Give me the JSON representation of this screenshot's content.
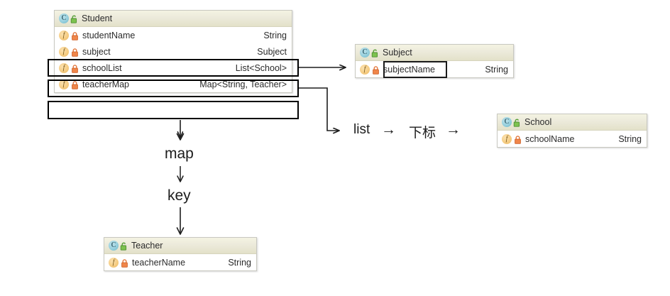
{
  "diagram": {
    "title": "Java object nested access diagram",
    "background_color": "#ffffff",
    "accent_header_color": "#e8e6d2",
    "highlight_color": "#000000"
  },
  "icons": {
    "class_icon": "class-circle-c-icon",
    "field_icon": "field-circle-f-icon",
    "unlock_icon": "green-unlock-icon",
    "lock_icon": "orange-lock-icon"
  },
  "classes": [
    {
      "key": "student",
      "name": "Student",
      "class_marker": "C",
      "visibility_icon": "unlock",
      "members": [
        {
          "icon": "f",
          "lock": "lock",
          "name": "studentName",
          "type": "String",
          "highlighted": false
        },
        {
          "icon": "f",
          "lock": "lock",
          "name": "subject",
          "type": "Subject",
          "highlighted": true
        },
        {
          "icon": "f",
          "lock": "lock",
          "name": "schoolList",
          "type": "List<School>",
          "highlighted": true
        },
        {
          "icon": "f",
          "lock": "lock",
          "name": "teacherMap",
          "type": "Map<String, Teacher>",
          "highlighted": true
        }
      ]
    },
    {
      "key": "subject",
      "name": "Subject",
      "class_marker": "C",
      "visibility_icon": "unlock",
      "members": [
        {
          "icon": "f",
          "lock": "lock",
          "name": "subjectName",
          "type": "String",
          "highlighted": true
        }
      ]
    },
    {
      "key": "school",
      "name": "School",
      "class_marker": "C",
      "visibility_icon": "unlock",
      "members": [
        {
          "icon": "f",
          "lock": "lock",
          "name": "schoolName",
          "type": "String",
          "highlighted": false
        }
      ]
    },
    {
      "key": "teacher",
      "name": "Teacher",
      "class_marker": "C",
      "visibility_icon": "unlock",
      "members": [
        {
          "icon": "f",
          "lock": "lock",
          "name": "teacherName",
          "type": "String",
          "highlighted": false
        }
      ]
    }
  ],
  "annotations": {
    "list_path": {
      "step1": "list",
      "arrow1": "→",
      "step2": "下标",
      "arrow2": "→"
    },
    "map_path": {
      "step1": "map",
      "step2": "key"
    }
  },
  "connectors": [
    {
      "name": "subject-to-subject-class",
      "from": "student.subject",
      "to": "Subject",
      "style": "straight-arrow"
    },
    {
      "name": "schoollist-to-list-label",
      "from": "student.schoolList",
      "to": "list",
      "style": "elbow-arrow"
    },
    {
      "name": "list-to-school-class",
      "from": "list",
      "to": "School",
      "style": "straight-arrow"
    },
    {
      "name": "teachermap-to-map-label",
      "from": "student.teacherMap",
      "to": "map",
      "style": "down-arrow"
    },
    {
      "name": "map-to-key-label",
      "from": "map",
      "to": "key",
      "style": "down-arrow"
    },
    {
      "name": "key-to-teacher-class",
      "from": "key",
      "to": "Teacher",
      "style": "down-arrow"
    }
  ]
}
